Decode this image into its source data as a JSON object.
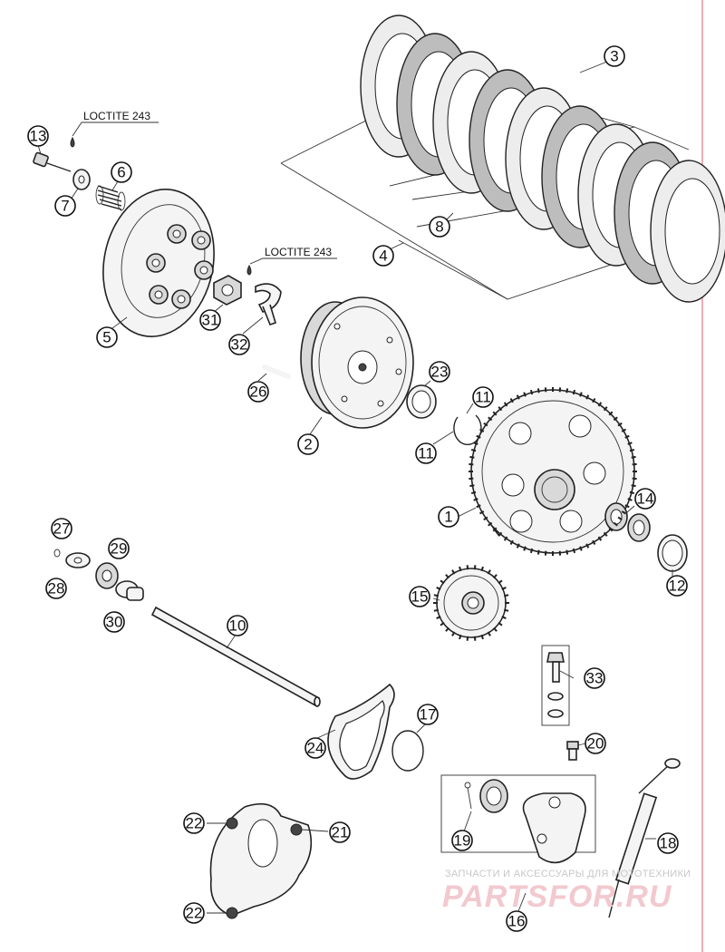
{
  "notes": {
    "loctite_1": "LOCTITE 243",
    "loctite_2": "LOCTITE 243"
  },
  "callouts": [
    {
      "id": "c1",
      "label": "1"
    },
    {
      "id": "c2",
      "label": "2"
    },
    {
      "id": "c3",
      "label": "3"
    },
    {
      "id": "c4",
      "label": "4"
    },
    {
      "id": "c5",
      "label": "5"
    },
    {
      "id": "c6",
      "label": "6"
    },
    {
      "id": "c7",
      "label": "7"
    },
    {
      "id": "c8",
      "label": "8"
    },
    {
      "id": "c10",
      "label": "10"
    },
    {
      "id": "c11a",
      "label": "11"
    },
    {
      "id": "c11b",
      "label": "11"
    },
    {
      "id": "c12",
      "label": "12"
    },
    {
      "id": "c13",
      "label": "13"
    },
    {
      "id": "c14",
      "label": "14"
    },
    {
      "id": "c15",
      "label": "15"
    },
    {
      "id": "c16",
      "label": "16"
    },
    {
      "id": "c17",
      "label": "17"
    },
    {
      "id": "c18",
      "label": "18"
    },
    {
      "id": "c19",
      "label": "19"
    },
    {
      "id": "c20",
      "label": "20"
    },
    {
      "id": "c21",
      "label": "21"
    },
    {
      "id": "c22a",
      "label": "22"
    },
    {
      "id": "c22b",
      "label": "22"
    },
    {
      "id": "c23",
      "label": "23"
    },
    {
      "id": "c24",
      "label": "24"
    },
    {
      "id": "c26",
      "label": "26"
    },
    {
      "id": "c27",
      "label": "27"
    },
    {
      "id": "c28",
      "label": "28"
    },
    {
      "id": "c29",
      "label": "29"
    },
    {
      "id": "c30",
      "label": "30"
    },
    {
      "id": "c31",
      "label": "31"
    },
    {
      "id": "c32",
      "label": "32"
    },
    {
      "id": "c33",
      "label": "33"
    }
  ],
  "watermark": {
    "caption": "ЗАПЧАСТИ И АКСЕССУАРЫ ДЛЯ МОТОТЕХНИКИ",
    "brand": "PARTSFOR.RU"
  },
  "colors": {
    "line": "#222222",
    "margin_rule": "#e05a6a",
    "watermark_brand": "#f2c9cf"
  }
}
